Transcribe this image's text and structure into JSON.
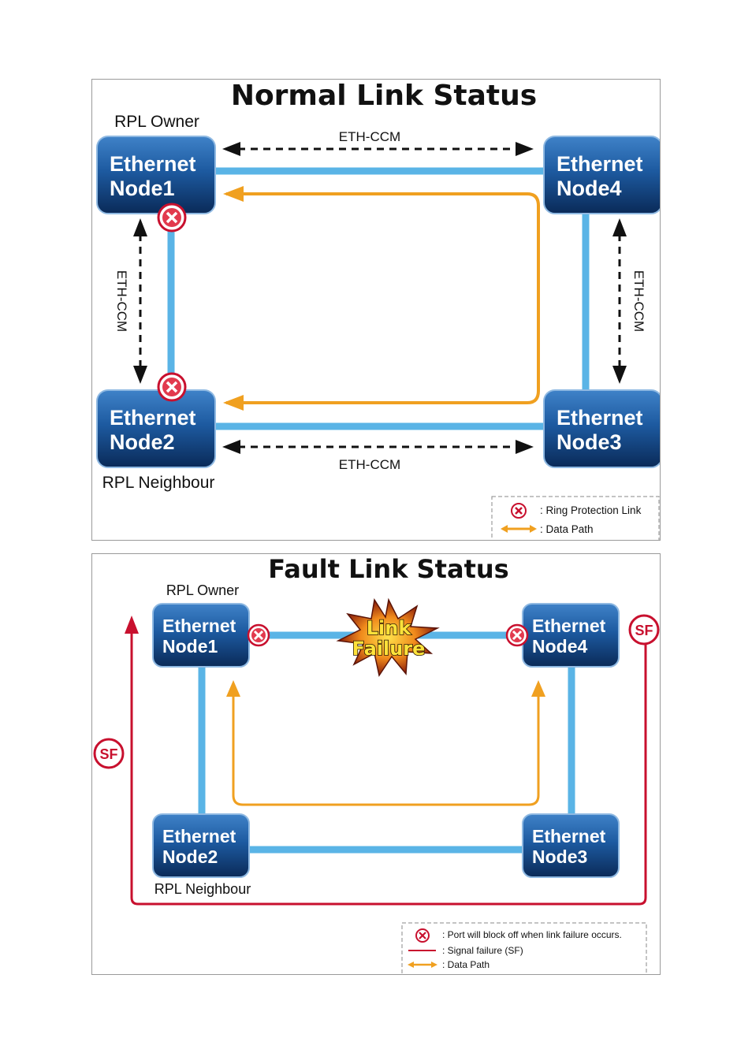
{
  "normal": {
    "title": "Normal Link Status",
    "rpl_owner": "RPL Owner",
    "rpl_neighbour": "RPL Neighbour",
    "eth_ccm": "ETH-CCM",
    "nodes": [
      {
        "line1": "Ethernet",
        "line2": "Node1"
      },
      {
        "line1": "Ethernet",
        "line2": "Node4"
      },
      {
        "line1": "Ethernet",
        "line2": "Node2"
      },
      {
        "line1": "Ethernet",
        "line2": "Node3"
      }
    ],
    "legend": {
      "rpl": ": Ring Protection Link",
      "data_path": ": Data Path"
    }
  },
  "fault": {
    "title": "Fault Link Status",
    "rpl_owner": "RPL Owner",
    "rpl_neighbour": "RPL Neighbour",
    "burst_line1": "Link",
    "burst_line2": "Failure",
    "sf": "SF",
    "nodes": [
      {
        "line1": "Ethernet",
        "line2": "Node1"
      },
      {
        "line1": "Ethernet",
        "line2": "Node4"
      },
      {
        "line1": "Ethernet",
        "line2": "Node2"
      },
      {
        "line1": "Ethernet",
        "line2": "Node3"
      }
    ],
    "legend": {
      "block": ": Port will block off when link failure occurs.",
      "sf": ": Signal failure (SF)",
      "data_path": ": Data Path"
    }
  },
  "colors": {
    "node_dark": "#0b2f63",
    "node_light": "#2f6fb8",
    "link": "#5ab4e6",
    "data_path": "#f0a020",
    "sf": "#c8102e"
  }
}
